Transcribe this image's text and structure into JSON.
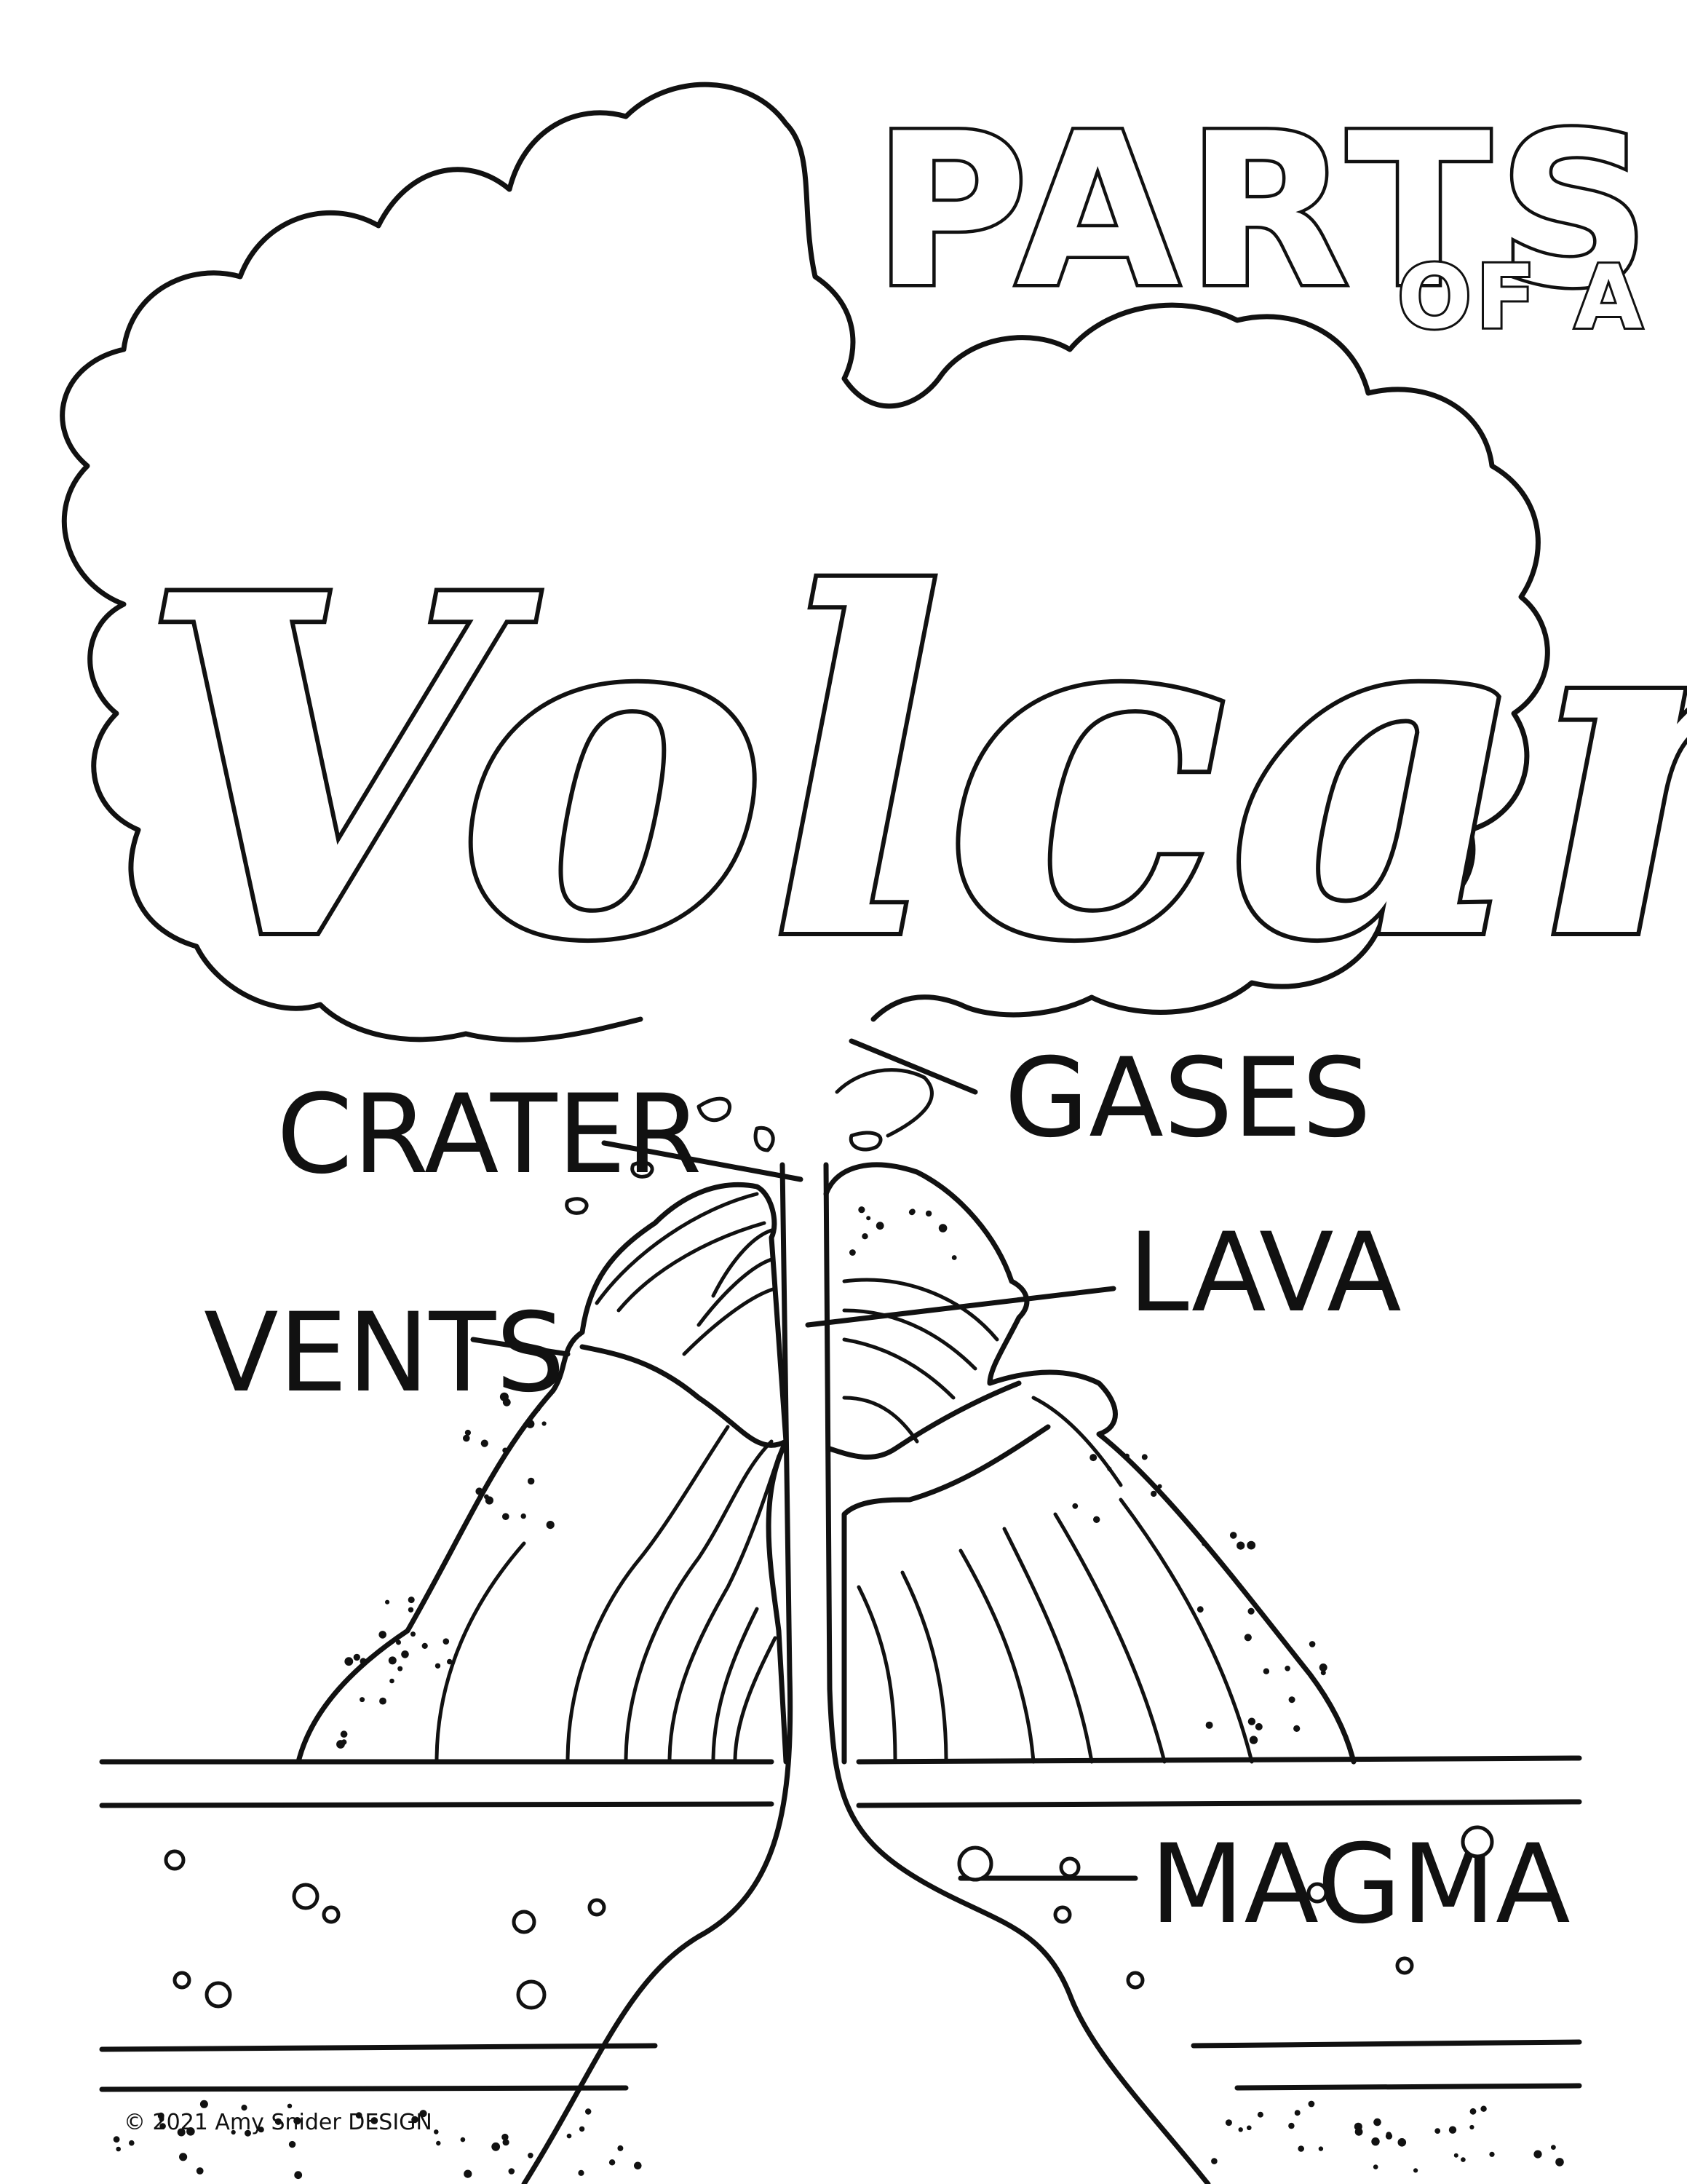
{
  "title": {
    "line1": "PARTS",
    "line2": "OF A",
    "main": "Volcano"
  },
  "labels": {
    "crater": "CRATER",
    "gases": "GASES",
    "lava": "LAVA",
    "vents": "VENTS",
    "magma": "MAGMA"
  },
  "copyright": "© 2021 Amy Snider DESIGN",
  "colors": {
    "ink": "#111111",
    "paper": "#ffffff"
  }
}
